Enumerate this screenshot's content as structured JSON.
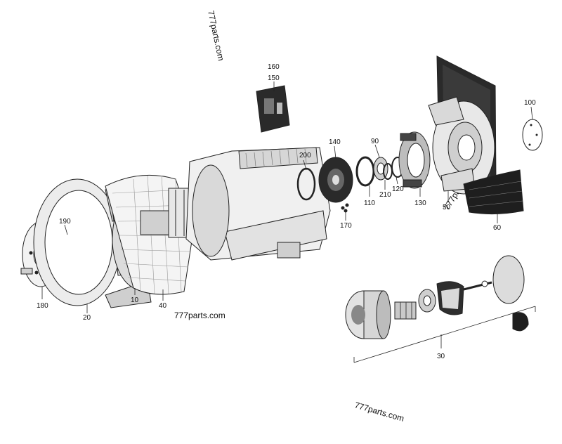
{
  "watermarks": {
    "top": "777parts.com",
    "middle": "777parts.com",
    "right": "777parts.com",
    "bottom": "777parts.com"
  },
  "callouts": {
    "c10": "10",
    "c20": "20",
    "c30": "30",
    "c40": "40",
    "c50": "50",
    "c60": "60",
    "c90": "90",
    "c100": "100",
    "c110": "110",
    "c120": "120",
    "c130": "130",
    "c140": "140",
    "c150": "150",
    "c160": "160",
    "c170": "170",
    "c180": "180",
    "c190": "190",
    "c200": "200",
    "c210": "210"
  },
  "colors": {
    "line": "#222222",
    "dark": "#1a1a1a",
    "mid": "#9a9a9a",
    "light": "#e4e4e4",
    "paper": "#ffffff"
  }
}
